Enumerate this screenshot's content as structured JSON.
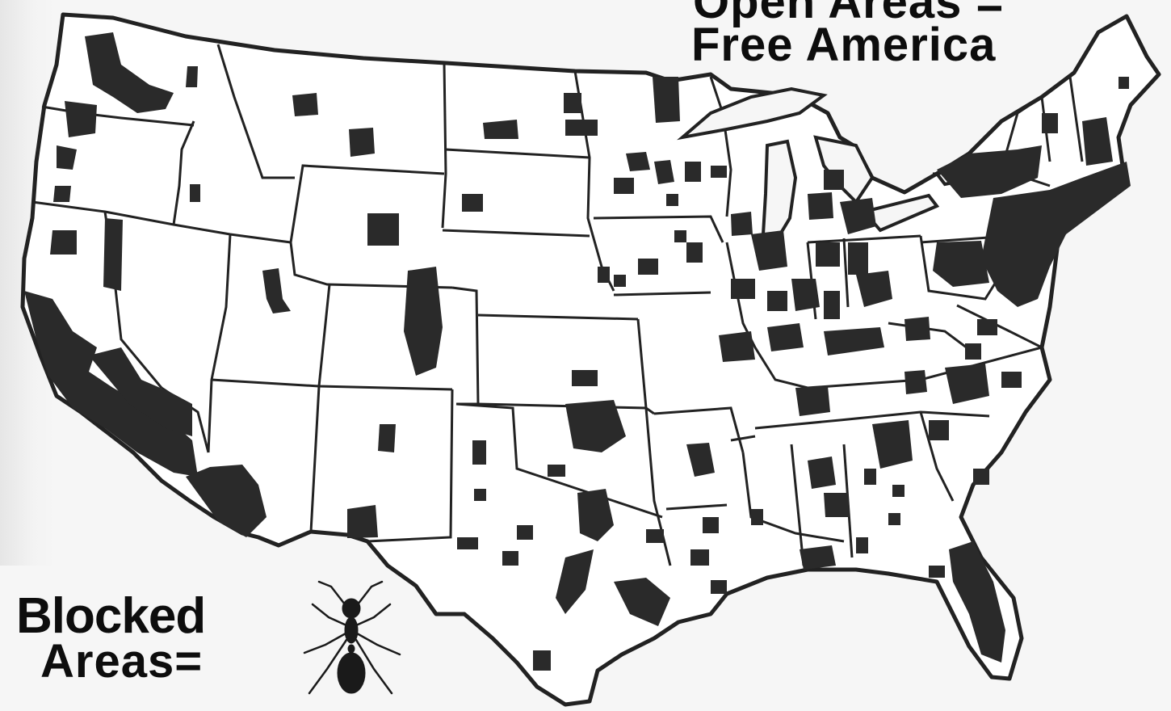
{
  "map": {
    "subject": "contiguous-united-states",
    "colors": {
      "paper": "#f6f6f6",
      "state_fill": "#ffffff",
      "border": "#222222",
      "blocked": "#2a2a2a",
      "ink": "#0d0d0d"
    }
  },
  "legend": {
    "open_areas": {
      "line1": "Open Areas =",
      "line2": "Free  America"
    },
    "blocked_areas": {
      "line1": "Blocked",
      "line2": "Areas=",
      "symbol_icon": "ant-icon"
    }
  }
}
